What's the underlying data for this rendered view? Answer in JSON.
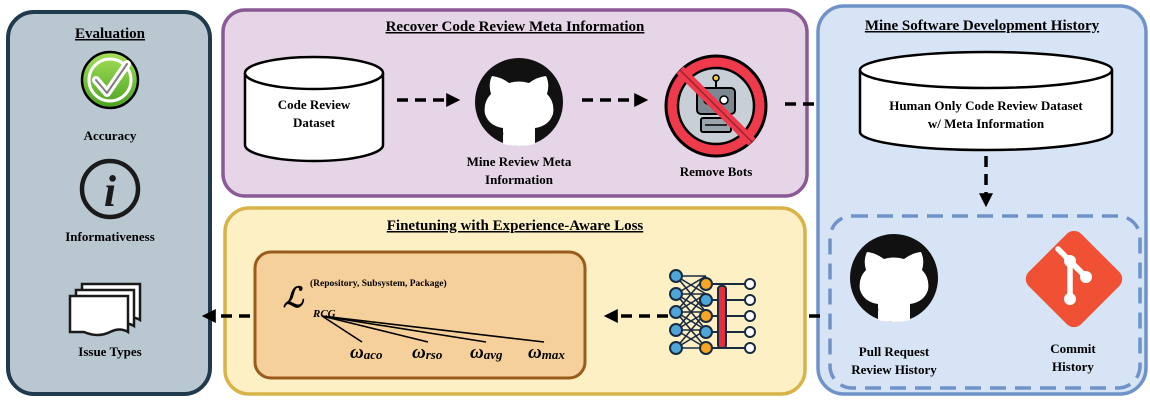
{
  "evaluation": {
    "title": "Evaluation",
    "items": [
      "Accuracy",
      "Informativeness",
      "Issue Types"
    ]
  },
  "recover": {
    "title": "Recover Code Review Meta Information",
    "dataset_label": [
      "Code Review",
      "Dataset"
    ],
    "mine_label": [
      "Mine Review Meta",
      "Information"
    ],
    "bots_label": "Remove Bots"
  },
  "mine_history": {
    "title": "Mine Software Development History",
    "dataset_label": [
      "Human Only Code Review Dataset",
      "w/ Meta Information"
    ],
    "pr_label": [
      "Pull Request",
      "Review History"
    ],
    "commit_label": [
      "Commit",
      "History"
    ]
  },
  "finetune": {
    "title": "Finetuning with Experience-Aware Loss",
    "loss_symbol": "ℒ",
    "loss_subscript": "RCG",
    "loss_levels": "(Repository, Subsystem, Package)",
    "weights": [
      {
        "symbol": "ω",
        "sub": "aco"
      },
      {
        "symbol": "ω",
        "sub": "rso"
      },
      {
        "symbol": "ω",
        "sub": "avg"
      },
      {
        "symbol": "ω",
        "sub": "max"
      }
    ]
  },
  "colors": {
    "evaluation_fill": "#b9c7d1",
    "evaluation_stroke": "#1f3a4d",
    "recover_fill": "#e5d5e6",
    "recover_stroke": "#8a5a97",
    "mine_fill": "#d7e4f6",
    "mine_stroke": "#6f93c9",
    "finetune_fill": "#fdf0c4",
    "finetune_stroke": "#d9b348",
    "loss_fill": "#f6d09b",
    "loss_stroke": "#9a5a1c",
    "git_red": "#f05033",
    "check_green": "#6cbf2f"
  }
}
